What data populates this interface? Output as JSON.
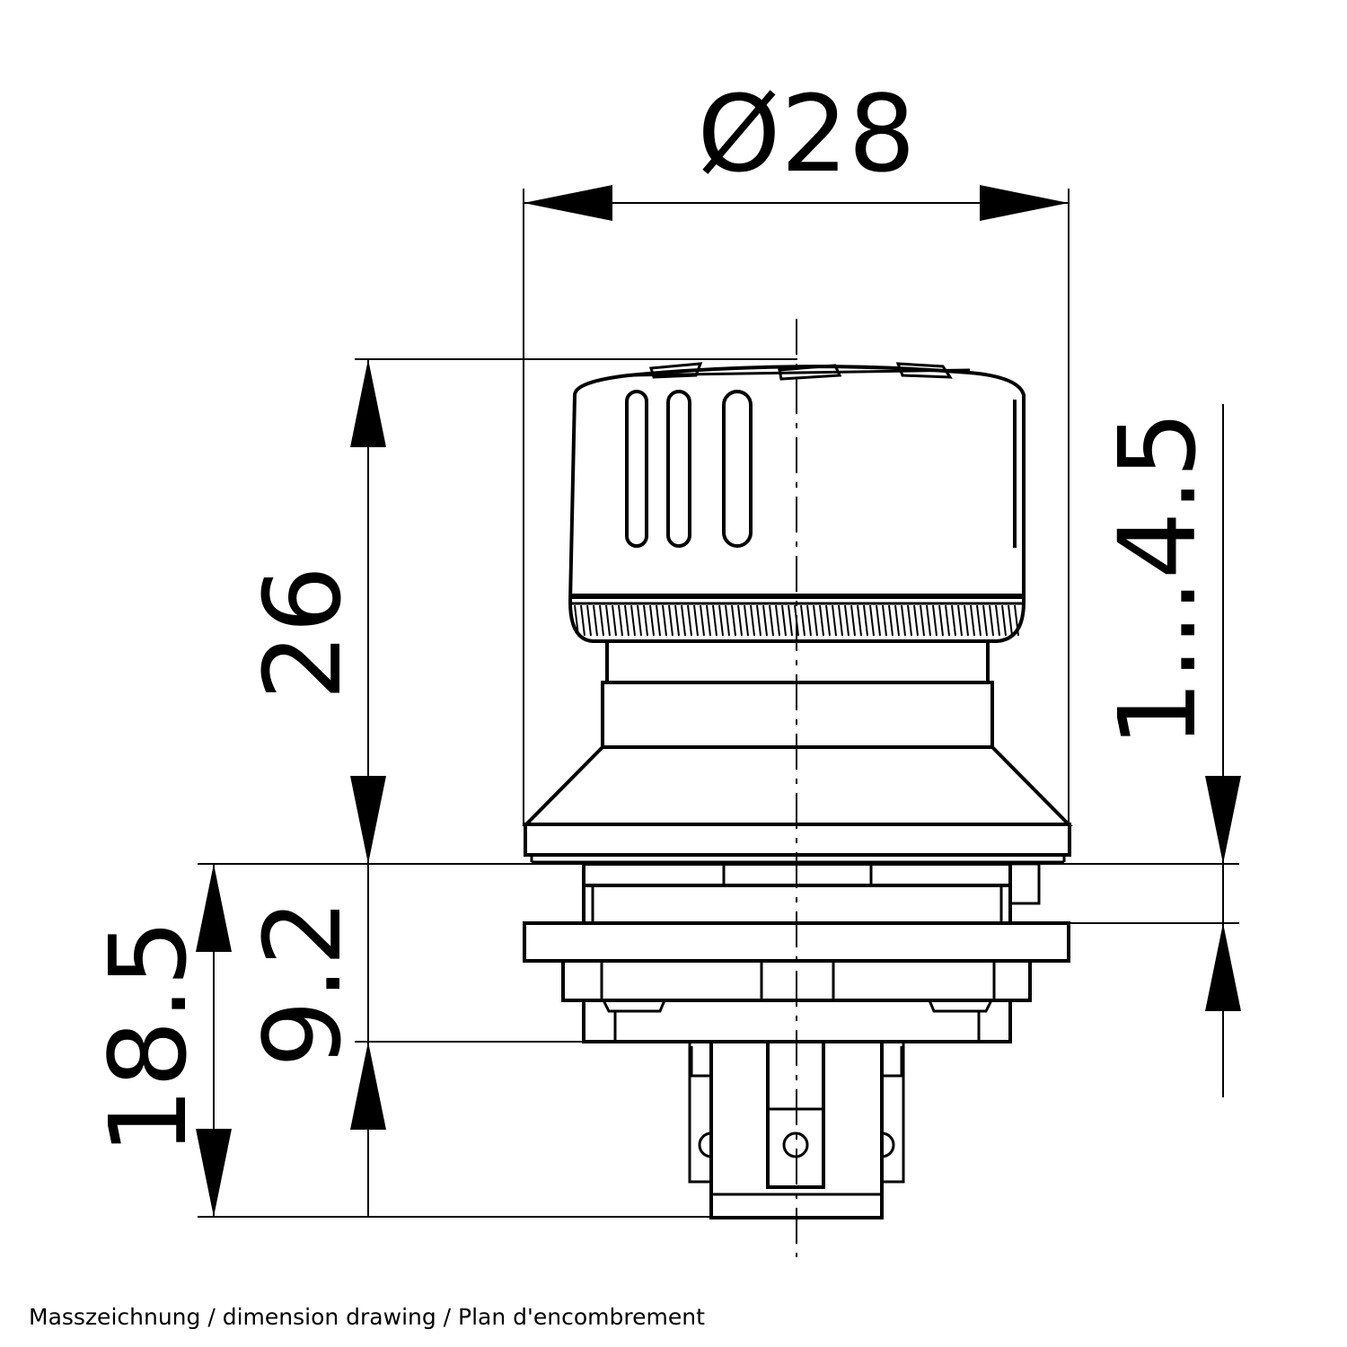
{
  "drawing": {
    "dimensions": {
      "diameter": "Ø28",
      "height_top": "26",
      "height_total": "18.5",
      "height_body": "9.2",
      "panel_range": "1...4.5"
    },
    "caption": "Masszeichnung / dimension drawing / Plan d'encombrement"
  }
}
